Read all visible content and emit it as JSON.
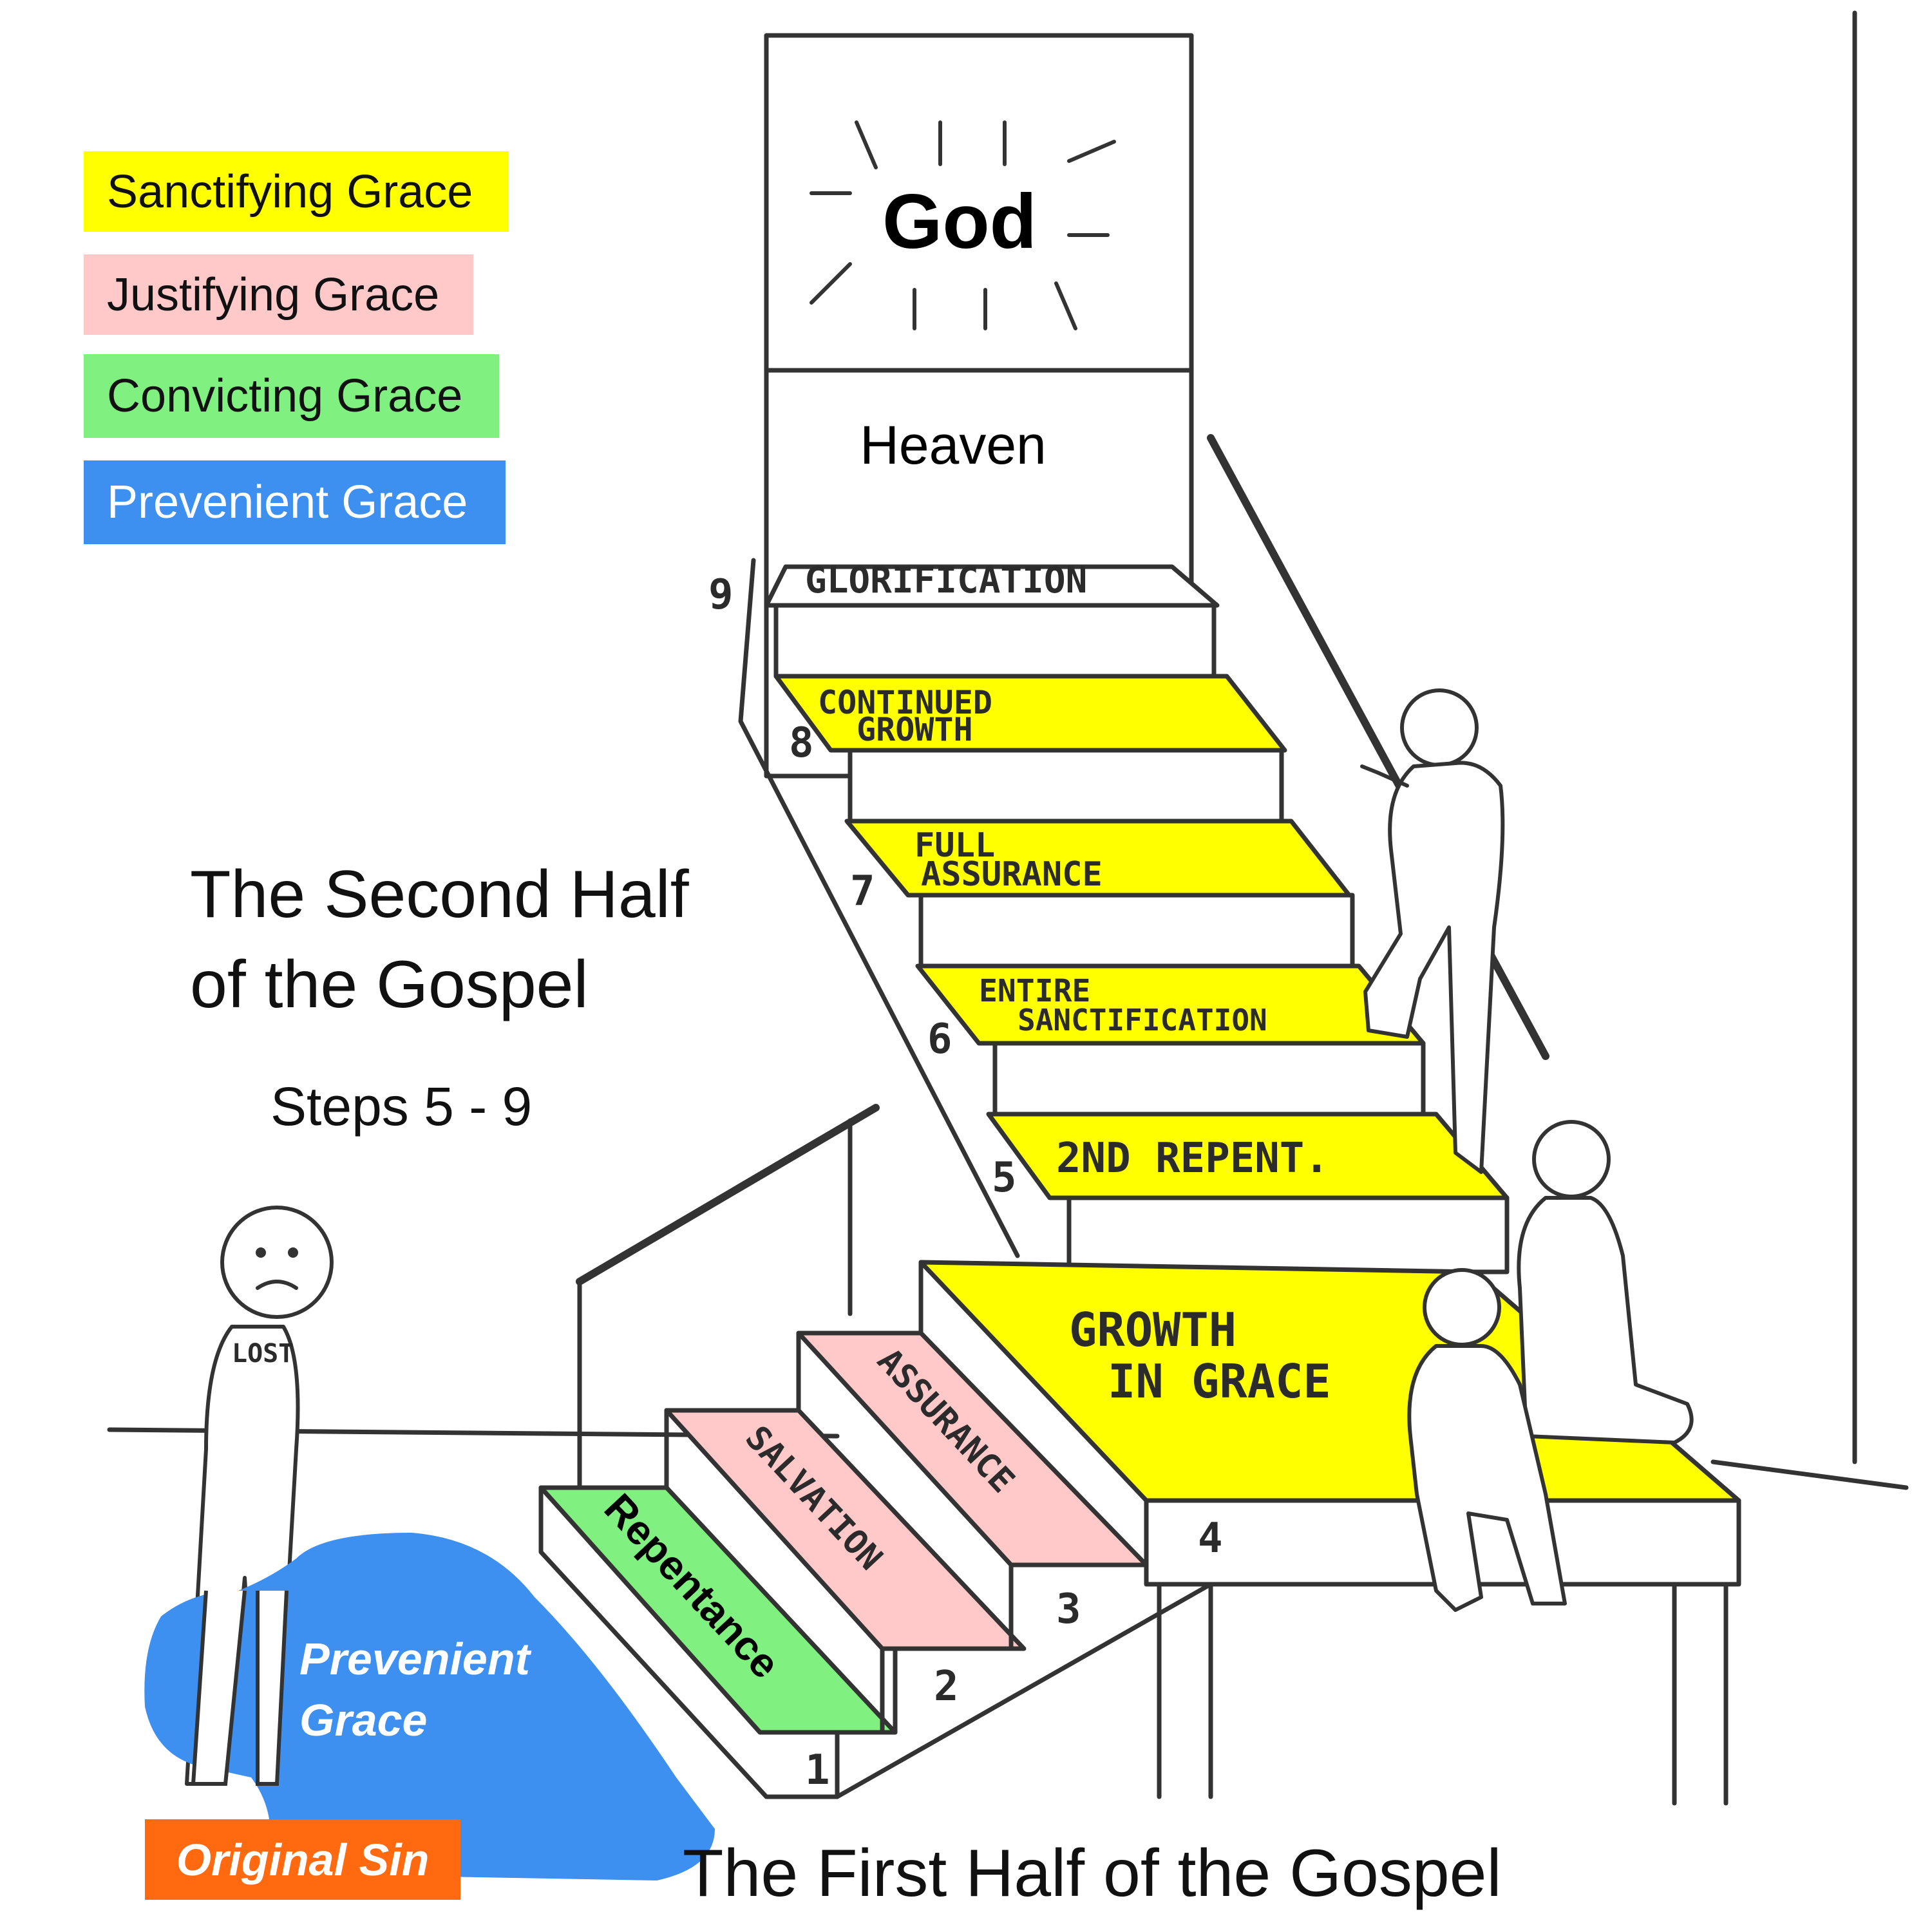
{
  "legend": {
    "items": [
      {
        "label": "Sanctifying Grace",
        "color": "#ffff00"
      },
      {
        "label": "Justifying Grace",
        "color": "#ffc9c9"
      },
      {
        "label": "Convicting Grace",
        "color": "#80f080"
      },
      {
        "label": "Prevenient Grace",
        "color": "#3d8ff0",
        "text_color": "#ffffff"
      }
    ]
  },
  "heaven": {
    "god": "God",
    "heaven": "Heaven"
  },
  "steps": [
    {
      "number": "1",
      "label": "Repentance",
      "grace": "Convicting Grace"
    },
    {
      "number": "2",
      "label": "SALVATION",
      "grace": "Justifying Grace"
    },
    {
      "number": "3",
      "label": "ASSURANCE",
      "grace": "Justifying Grace"
    },
    {
      "number": "4",
      "label_line1": "GROWTH",
      "label_line2": "IN GRACE",
      "grace": "Sanctifying Grace"
    },
    {
      "number": "5",
      "label": "2ND REPENT.",
      "grace": "Sanctifying Grace"
    },
    {
      "number": "6",
      "label_line1": "ENTIRE",
      "label_line2": "SANCTIFICATION",
      "grace": "Sanctifying Grace"
    },
    {
      "number": "7",
      "label_line1": "FULL",
      "label_line2": "ASSURANCE",
      "grace": "Sanctifying Grace"
    },
    {
      "number": "8",
      "label_line1": "CONTINUED",
      "label_line2": "GROWTH",
      "grace": "Sanctifying Grace"
    },
    {
      "number": "9",
      "label": "GLORIFICATION"
    }
  ],
  "figures": {
    "lost_label": "LOST"
  },
  "titles": {
    "second_half_line1": "The Second Half",
    "second_half_line2": "of the Gospel",
    "second_half_steps": "Steps 5 - 9",
    "first_half": "The First Half of the Gospel"
  },
  "pool": {
    "line1": "Prevenient",
    "line2": "Grace",
    "color": "#3d8ff0"
  },
  "original_sin": {
    "label": "Original Sin",
    "color": "#ff6a10"
  }
}
